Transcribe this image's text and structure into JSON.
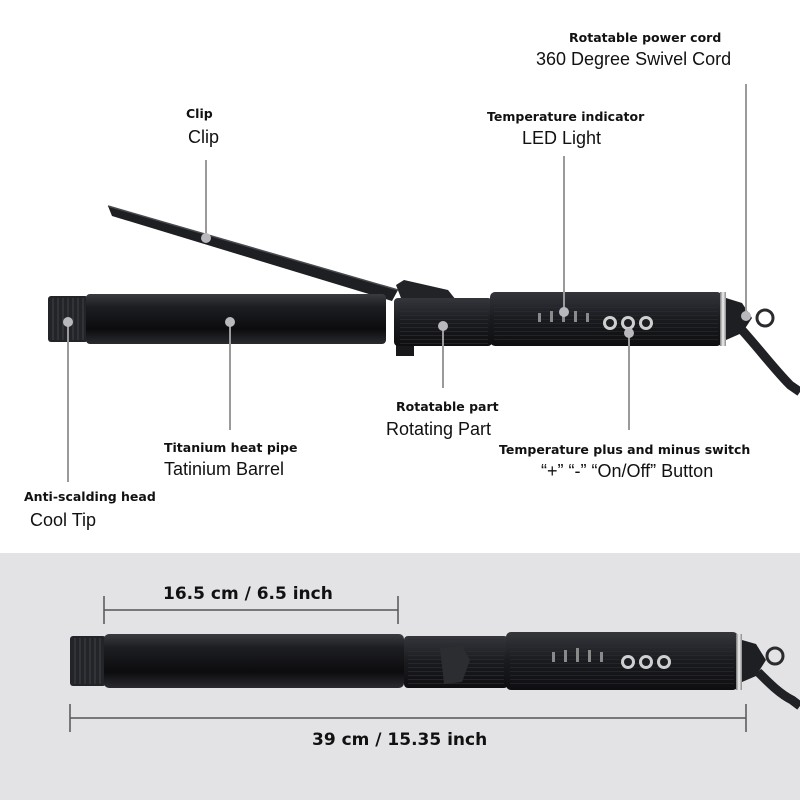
{
  "callouts": {
    "clip": {
      "sub": "Clip",
      "main": "Clip"
    },
    "cord": {
      "sub": "Rotatable power cord",
      "main": "360 Degree Swivel Cord"
    },
    "led": {
      "sub": "Temperature indicator",
      "main": "LED Light"
    },
    "rotating": {
      "sub": "Rotatable part",
      "main": "Rotating Part"
    },
    "barrel": {
      "sub": "Titanium heat pipe",
      "main": "Tatinium Barrel"
    },
    "switch": {
      "sub": "Temperature plus and minus switch",
      "main": "“+” “-” “On/Off” Button"
    },
    "tip": {
      "sub": "Anti-scalding head",
      "main": "Cool Tip"
    }
  },
  "dimensions": {
    "barrel_length": "16.5 cm / 6.5 inch",
    "total_length": "39 cm / 15.35 inch"
  },
  "colors": {
    "body": "#1b1c20",
    "lower_background": "#e3e3e5",
    "leader_line": "#9a9a9a",
    "dot": "#b9b9bd"
  },
  "icons": [
    "curling-iron-top",
    "curling-iron-bottom"
  ]
}
